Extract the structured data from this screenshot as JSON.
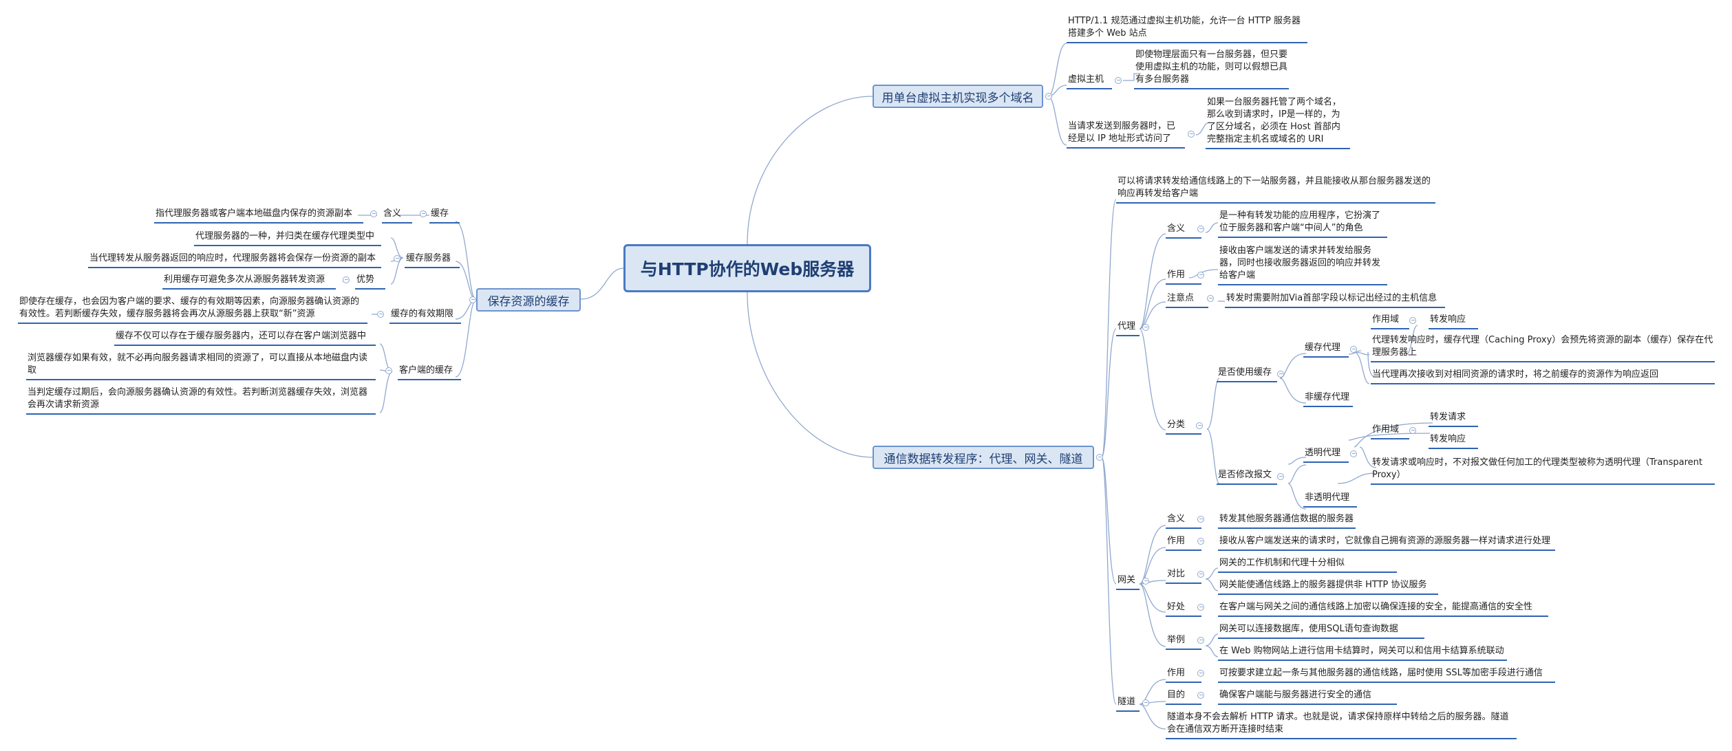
{
  "root": {
    "label": "与HTTP协作的Web服务器"
  },
  "vhost": {
    "title": "用单台虚拟主机实现多个域名",
    "desc": "HTTP/1.1 规范通过虚拟主机功能，允许一台 HTTP 服务器搭建多个 Web 站点",
    "vm": {
      "label": "虚拟主机",
      "text": "即使物理层面只有一台服务器，但只要使用虚拟主机的功能，则可以假想已具有多台服务器"
    },
    "req": {
      "label": "当请求发送到服务器时，已经是以 IP 地址形式访问了",
      "text": "如果一台服务器托管了两个域名，那么收到请求时，IP是一样的，为了区分域名，必须在 Host 首部内完整指定主机名或域名的 URI"
    }
  },
  "cache": {
    "title": "保存资源的缓存",
    "n_cache": "缓存",
    "n_meaning": "含义",
    "meaning_text": "指代理服务器或客户端本地磁盘内保存的资源副本",
    "n_server": "缓存服务器",
    "server_t1": "代理服务器的一种，并归类在缓存代理类型中",
    "server_t2": "当代理转发从服务器返回的响应时，代理服务器将会保存一份资源的副本",
    "n_adv": "优势",
    "adv_text": "利用缓存可避免多次从源服务器转发资源",
    "n_valid": "缓存的有效期限",
    "valid_text": "即使存在缓存，也会因为客户端的要求、缓存的有效期等因素，向源服务器确认资源的有效性。若判断缓存失效，缓存服务器将会再次从源服务器上获取“新”资源",
    "n_client": "客户端的缓存",
    "client_t1": "缓存不仅可以存在于缓存服务器内，还可以存在客户端浏览器中",
    "client_t2": "浏览器缓存如果有效，就不必再向服务器请求相同的资源了，可以直接从本地磁盘内读取",
    "client_t3": "当判定缓存过期后，会向源服务器确认资源的有效性。若判断浏览器缓存失效，浏览器会再次请求新资源"
  },
  "relay": {
    "title": "通信数据转发程序：代理、网关、隧道",
    "desc": "可以将请求转发给通信线路上的下一站服务器，并且能接收从那台服务器发送的响应再转发给客户端",
    "proxy": {
      "label": "代理",
      "n_meaning": "含义",
      "meaning_text": "是一种有转发功能的应用程序，它扮演了位于服务器和客户端“中间人”的角色",
      "n_role": "作用",
      "role_text": "接收由客户端发送的请求并转发给服务器，同时也接收服务器返回的响应并转发给客户端",
      "n_note": "注意点",
      "note_text": "转发时需要附加Via首部字段以标记出经过的主机信息",
      "n_class": "分类",
      "n_usecache": "是否使用缓存",
      "n_cacheproxy": "缓存代理",
      "n_cp_role": "作用域",
      "cp_forward_resp": "转发响应",
      "cp_text1": "代理转发响应时，缓存代理（Caching Proxy）会预先将资源的副本（缓存）保存在代理服务器上",
      "cp_text2": "当代理再次接收到对相同资源的请求时，将之前缓存的资源作为响应返回",
      "n_noncache": "非缓存代理",
      "n_modify": "是否修改报文",
      "n_transparent": "透明代理",
      "n_tp_role": "作用域",
      "tp_forward_req": "转发请求",
      "tp_forward_resp": "转发响应",
      "tp_text": "转发请求或响应时，不对报文做任何加工的代理类型被称为透明代理（Transparent Proxy）",
      "n_nontransparent": "非透明代理"
    },
    "gateway": {
      "label": "网关",
      "n_meaning": "含义",
      "meaning_text": "转发其他服务器通信数据的服务器",
      "n_role": "作用",
      "role_text": "接收从客户端发送来的请求时，它就像自己拥有资源的源服务器一样对请求进行处理",
      "n_compare": "对比",
      "compare_t1": "网关的工作机制和代理十分相似",
      "compare_t2": "网关能使通信线路上的服务器提供非 HTTP 协议服务",
      "n_benefit": "好处",
      "benefit_text": "在客户端与网关之间的通信线路上加密以确保连接的安全，能提高通信的安全性",
      "n_example": "举例",
      "example_t1": "网关可以连接数据库，使用SQL语句查询数据",
      "example_t2": "在 Web 购物网站上进行信用卡结算时，网关可以和信用卡结算系统联动"
    },
    "tunnel": {
      "label": "隧道",
      "n_role": "作用",
      "role_text": "可按要求建立起一条与其他服务器的通信线路，届时使用 SSL等加密手段进行通信",
      "n_goal": "目的",
      "goal_text": "确保客户端能与服务器进行安全的通信",
      "tail_text": "隧道本身不会去解析 HTTP 请求。也就是说，请求保持原样中转给之后的服务器。隧道会在通信双方断开连接时结束"
    }
  }
}
